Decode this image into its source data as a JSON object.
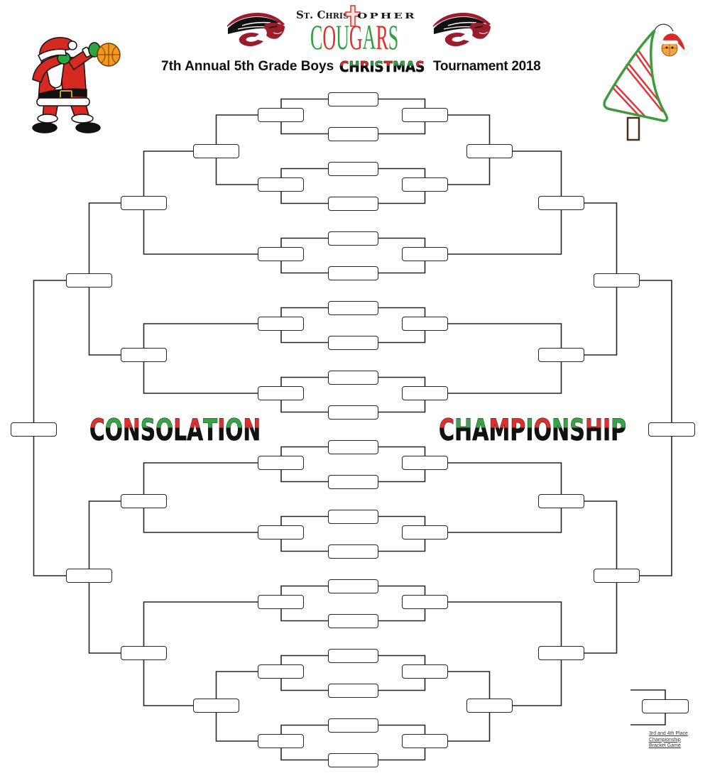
{
  "header": {
    "school_name_part1": "St. Chris",
    "school_name_part2": "opher",
    "mascot": "COUGARS",
    "mascot_pattern": "grgrgrg",
    "title_part1": "7th Annual 5th Grade Boys",
    "title_highlight": "CHRISTMAS",
    "title_highlight_pattern": "rgrggrggr",
    "title_part2": "Tournament 2018"
  },
  "banners": {
    "consolation": "CONSOLATION",
    "consolation_pattern": "rgrggrrgrgr",
    "championship": "CHAMPIONSHIP",
    "championship_pattern": "rggrrgrggrrg"
  },
  "colors": {
    "brand_red": "#e0302e",
    "brand_green": "#2f9e44",
    "cougar_maroon": "#9b1c2c",
    "line": "#262626"
  },
  "decorations": {
    "left": "dabbing-santa-with-basketball",
    "right": "christmas-tree-with-basketball-ornament",
    "logo": "cougar-head"
  },
  "bracket": {
    "first_round": [
      "",
      "",
      "",
      "",
      "",
      "",
      "",
      "",
      "",
      "",
      "",
      "",
      "",
      "",
      "",
      "",
      "",
      "",
      "",
      ""
    ],
    "championship": {
      "round_2": [
        "",
        "",
        "",
        "",
        "",
        "",
        "",
        "",
        "",
        ""
      ],
      "round_3": [
        "",
        ""
      ],
      "quarterfinals": [
        "",
        "",
        "",
        ""
      ],
      "semifinals": [
        "",
        ""
      ],
      "final": ""
    },
    "consolation": {
      "round_2": [
        "",
        "",
        "",
        "",
        "",
        "",
        "",
        "",
        "",
        ""
      ],
      "round_3": [
        "",
        ""
      ],
      "quarterfinals": [
        "",
        "",
        "",
        ""
      ],
      "semifinals": [
        "",
        ""
      ],
      "final": ""
    },
    "third_place": {
      "slot": "",
      "label_lines": [
        "3rd and 4th Place",
        "Championship",
        "Bracket Game"
      ]
    }
  }
}
